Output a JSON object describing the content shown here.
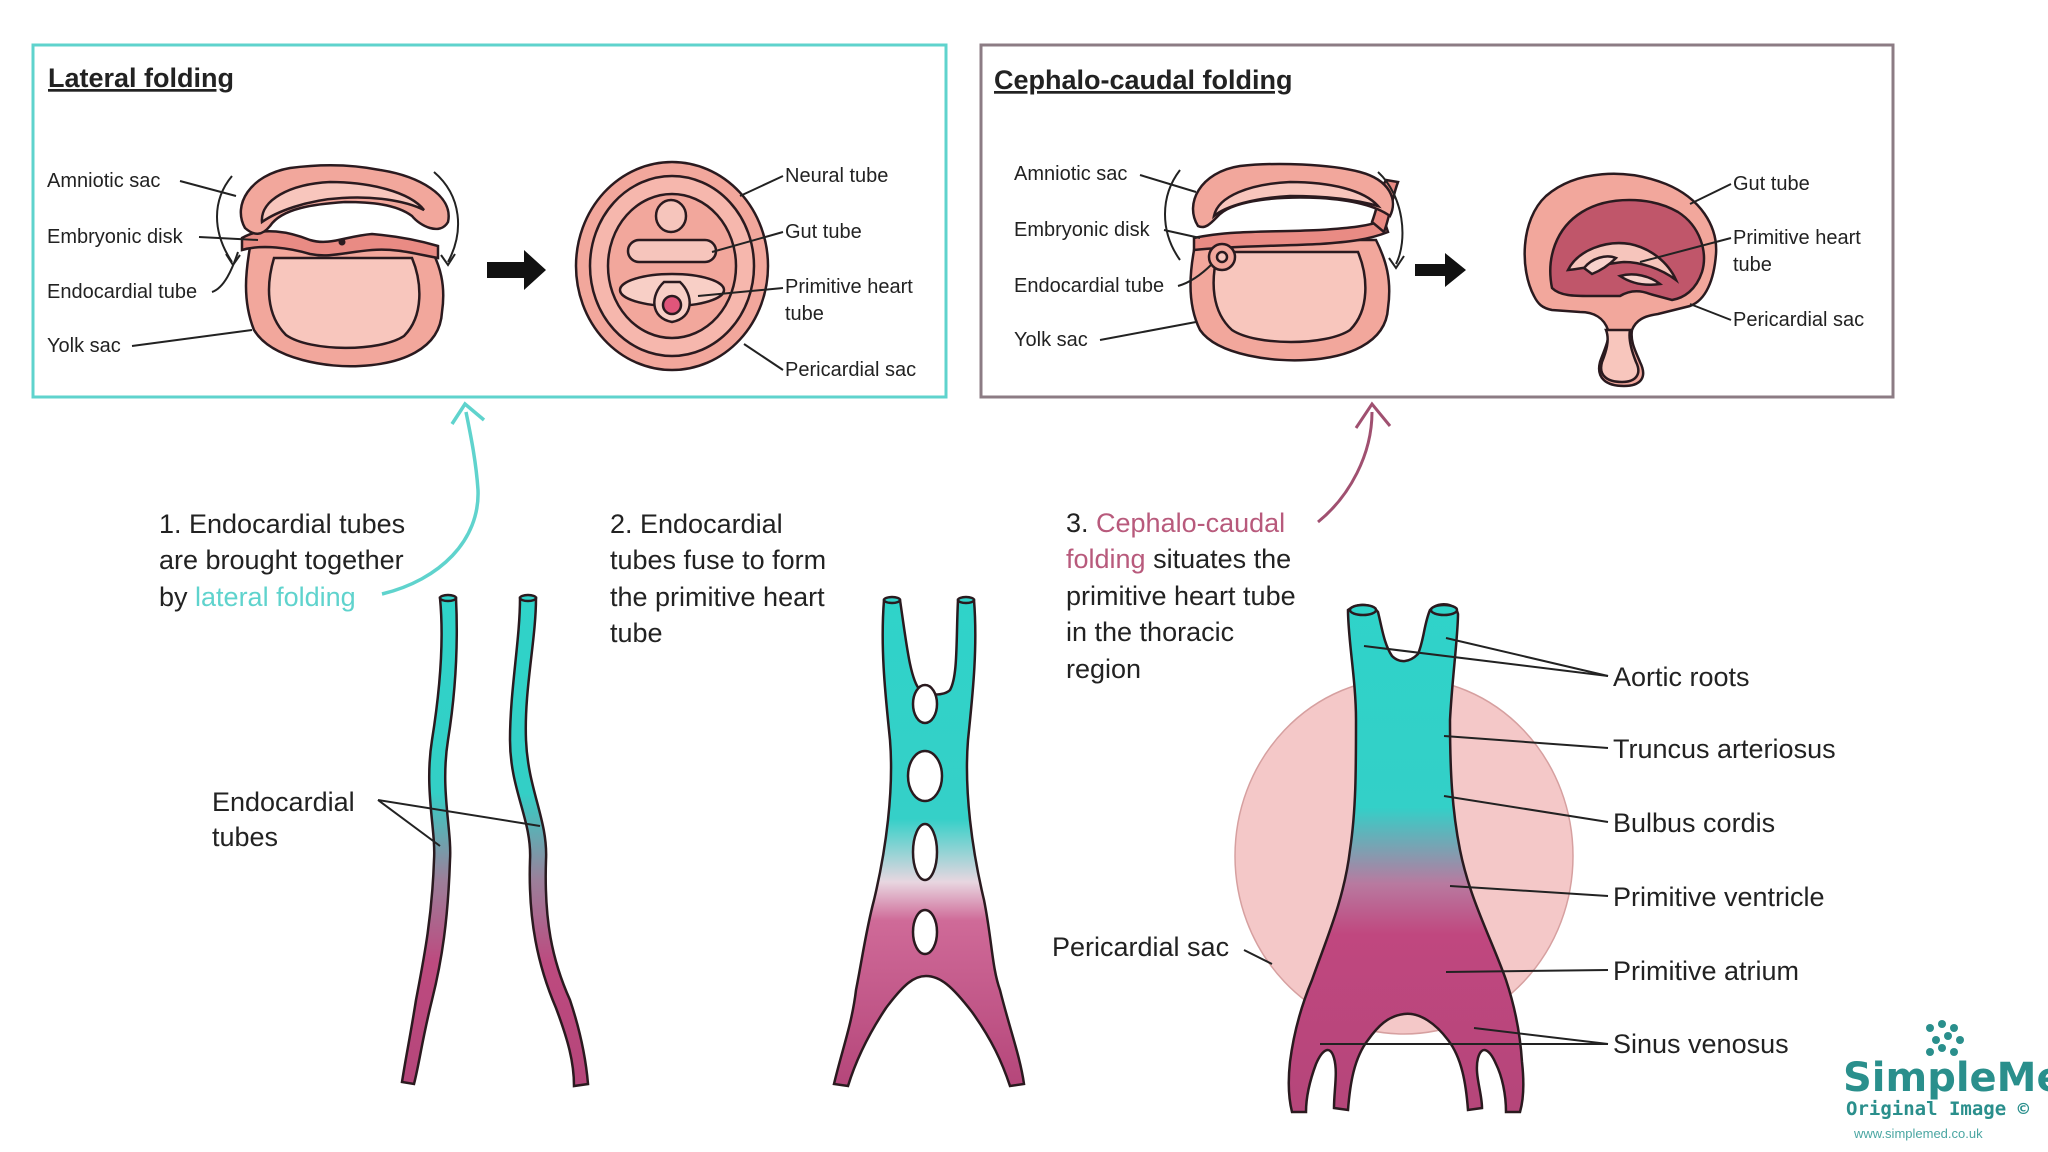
{
  "panels": {
    "lateral": {
      "title": "Lateral folding",
      "labels": {
        "amniotic_sac": "Amniotic sac",
        "embryonic_disk": "Embryonic disk",
        "endocardial_tube": "Endocardial tube",
        "yolk_sac": "Yolk sac",
        "neural_tube": "Neural tube",
        "gut_tube": "Gut tube",
        "primitive_heart_tube_1": "Primitive heart",
        "primitive_heart_tube_2": "tube",
        "pericardial_sac": "Pericardial sac"
      },
      "border_color": "#5fd3cd"
    },
    "cephalo": {
      "title": "Cephalo-caudal folding",
      "labels": {
        "amniotic_sac": "Amniotic sac",
        "embryonic_disk": "Embryonic disk",
        "endocardial_tube": "Endocardial tube",
        "yolk_sac": "Yolk sac",
        "gut_tube": "Gut tube",
        "primitive_heart_tube_1": "Primitive heart",
        "primitive_heart_tube_2": "tube",
        "pericardial_sac": "Pericardial sac"
      },
      "border_color": "#8c7c84"
    }
  },
  "steps": {
    "step1": {
      "line1": "1. Endocardial tubes",
      "line2": "are brought together",
      "line3_prefix": "by ",
      "line3_highlight": "lateral folding",
      "highlight_color": "#5fd3cd"
    },
    "step2": {
      "line1": "2. Endocardial",
      "line2": "tubes fuse to form",
      "line3": "the primitive heart",
      "line4": "tube"
    },
    "step3": {
      "line1_prefix": "3. ",
      "line1_highlight": "Cephalo-caudal",
      "line2_highlight": "folding",
      "line2_suffix": " situates the",
      "line3": "primitive heart tube",
      "line4": "in the thoracic",
      "line5": "region",
      "highlight_color": "#b85a7c"
    }
  },
  "bottom_labels": {
    "endocardial_tubes_1": "Endocardial",
    "endocardial_tubes_2": "tubes",
    "pericardial_sac": "Pericardial sac",
    "aortic_roots": "Aortic roots",
    "truncus_arteriosus": "Truncus arteriosus",
    "bulbus_cordis": "Bulbus cordis",
    "primitive_ventricle": "Primitive ventricle",
    "primitive_atrium": "Primitive atrium",
    "sinus_venosus": "Sinus venosus"
  },
  "logo": {
    "name": "SimpleMed",
    "subtitle": "Original Image ©",
    "url": "www.simplemed.co.uk"
  },
  "colors": {
    "teal": "#2fd3c9",
    "magenta": "#b5467a",
    "pink_fill": "#f2a79c",
    "pink_light": "#f8c6bd",
    "pericardium": "#f4c8c8"
  }
}
